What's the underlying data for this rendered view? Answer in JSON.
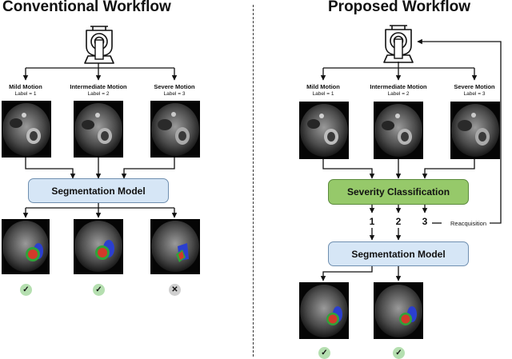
{
  "left": {
    "title": "Conventional Workflow",
    "motions": [
      {
        "name": "Mild Motion",
        "label": "Label = 1"
      },
      {
        "name": "Intermediate Motion",
        "label": "Label = 2"
      },
      {
        "name": "Severe Motion",
        "label": "Label = 3"
      }
    ],
    "model_label": "Segmentation Model",
    "outcomes": [
      "✓",
      "✓",
      "✕"
    ]
  },
  "right": {
    "title": "Proposed Workflow",
    "motions": [
      {
        "name": "Mild Motion",
        "label": "Label = 1"
      },
      {
        "name": "Intermediate Motion",
        "label": "Label = 2"
      },
      {
        "name": "Severe Motion",
        "label": "Label = 3"
      }
    ],
    "classifier_label": "Severity Classification",
    "class_numbers": [
      "1",
      "2",
      "3"
    ],
    "reacquisition_label": "Reacquisition",
    "model_label": "Segmentation Model",
    "outcomes": [
      "✓",
      "✓"
    ]
  },
  "icons": [
    "mri-scanner-icon",
    "check-icon",
    "cross-icon"
  ],
  "colors": {
    "segmentation_box": "#d6e6f6",
    "classification_box": "#96c96a",
    "ok_badge": "#b5dfb0",
    "fail_badge": "#cfcfcf",
    "mask_red": "#d23a2a",
    "mask_green": "#2fa33a",
    "mask_blue": "#2b3fcf"
  }
}
